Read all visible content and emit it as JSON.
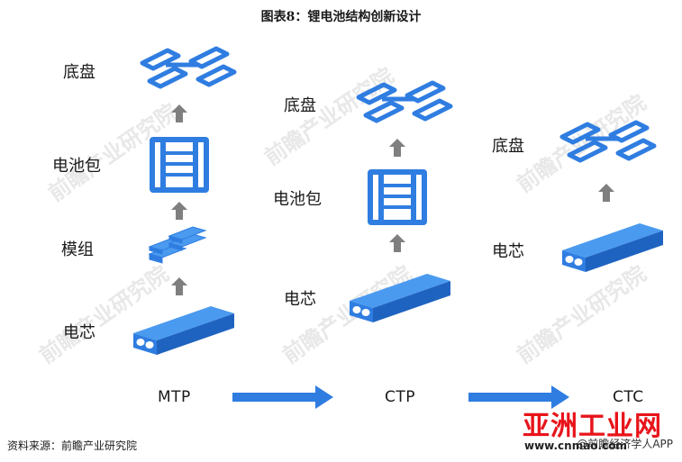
{
  "title": "图表8：锂电池结构创新设计",
  "columns": [
    {
      "name": "MTP",
      "layers": [
        "底盘",
        "电池包",
        "模组",
        "电芯"
      ]
    },
    {
      "name": "CTP",
      "layers": [
        "底盘",
        "电池包",
        "电芯"
      ]
    },
    {
      "name": "CTC",
      "layers": [
        "底盘",
        "电芯"
      ]
    }
  ],
  "source": "资料来源：前瞻产业研究院",
  "footer_right": "@前瞻经济学人APP",
  "watermark": "前瞻产业研究院",
  "logo_text": "亚洲工业网",
  "logo_url": "www.cnmao.com",
  "colors": {
    "blue": "#2f7de1",
    "light_blue": "#4a9af0",
    "arrow_gray": "#7f7f7f",
    "logo_red": "#e8141b"
  },
  "icons": [
    "chassis-icon",
    "battery-pack-icon",
    "module-icon",
    "cell-icon",
    "up-arrow-icon",
    "right-arrow-icon"
  ]
}
